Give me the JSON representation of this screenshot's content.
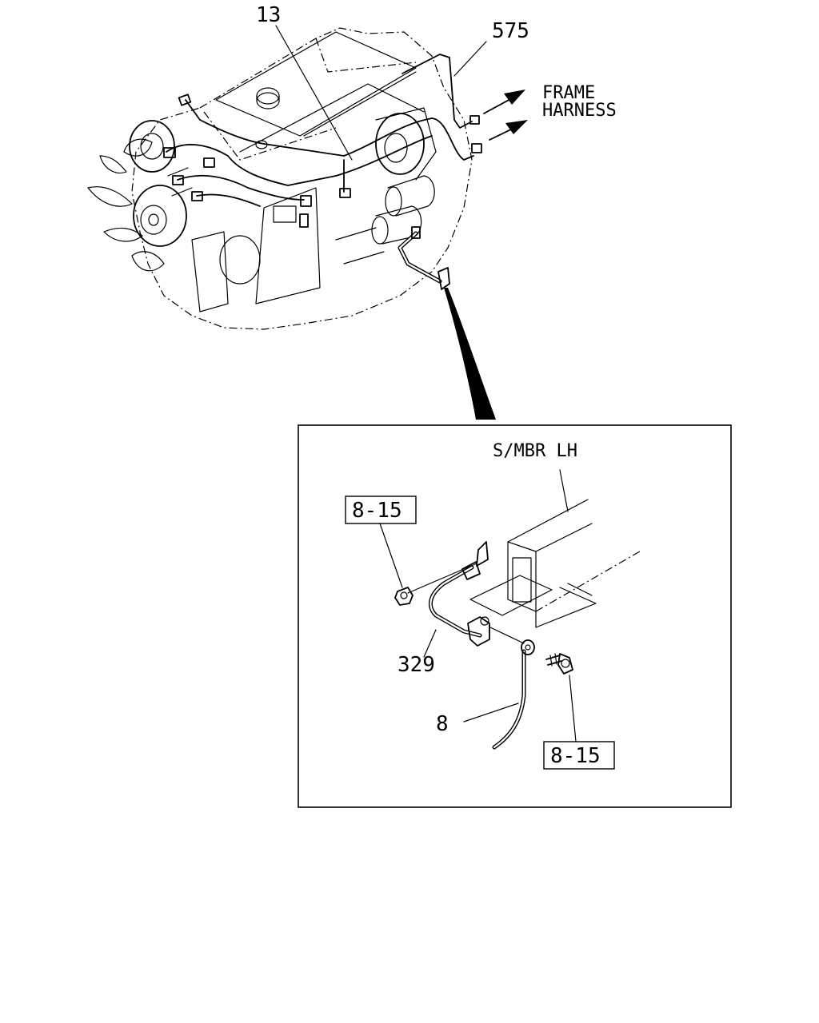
{
  "callouts": {
    "harness_ref": "13",
    "frame_harness_ref": "575",
    "frame_harness_line1": "FRAME",
    "frame_harness_line2": "HARNESS",
    "side_member": "S/MBR LH",
    "bolt_ref_top": "8-15",
    "ground_cable_ref": "329",
    "cable_ref": "8",
    "bolt_ref_bottom": "8-15"
  }
}
